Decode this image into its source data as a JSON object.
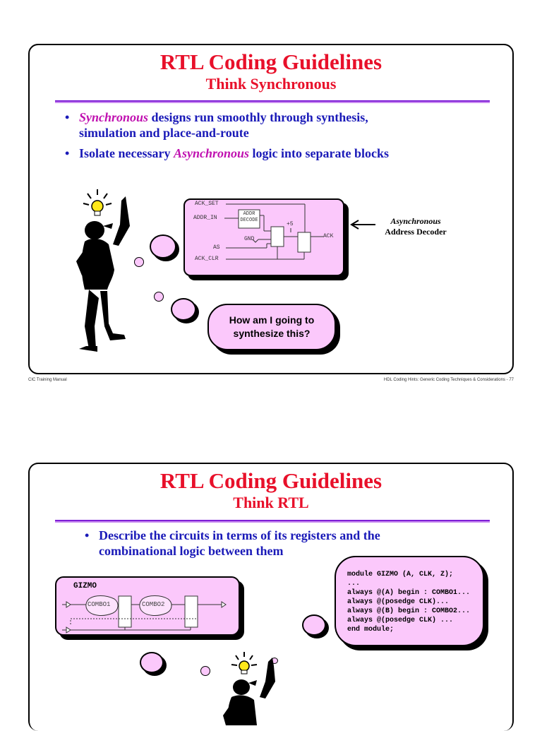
{
  "slide1": {
    "title": "RTL Coding Guidelines",
    "subtitle": "Think Synchronous",
    "bullet_glyph": "•",
    "bullet1_em": "Synchronous",
    "bullet1_rest": " designs run smoothly through synthesis,",
    "bullet1_line2": "simulation and place-and-route",
    "bullet2_pre": "Isolate necessary ",
    "bullet2_em": "Asynchronous",
    "bullet2_post": " logic into separate blocks",
    "diagram": {
      "ack_set": "ACK_SET",
      "addr_in": "ADDR_IN",
      "decoder_line1": "ADDR",
      "decoder_line2": "DECODE",
      "plus5": "+5",
      "gnd": "GND",
      "as": "AS",
      "ack_clr": "ACK_CLR",
      "ack": "ACK"
    },
    "annotation_line1": "Asynchronous",
    "annotation_line2": "Address Decoder",
    "speech_line1": "How am I going to",
    "speech_line2": "synthesize this?",
    "footer_left": "CIC Training Manual",
    "footer_right": "HDL Coding Hints: Generic Coding Techniques & Considerations - 77"
  },
  "slide2": {
    "title": "RTL Coding Guidelines",
    "subtitle": "Think RTL",
    "bullet_glyph": "•",
    "bullet1_line1": "Describe the circuits in terms of its registers and the",
    "bullet1_line2": "combinational logic between them",
    "gizmo_label": "GIZMO",
    "combo1": "COMBO1",
    "combo2": "COMBO2",
    "code_lines": [
      "module GIZMO (A, CLK, Z);",
      "...",
      "always @(A) begin : COMBO1...",
      "always @(posedge CLK)...",
      "always @(B) begin : COMBO2...",
      "always @(posedge CLK) ...",
      "end module;"
    ]
  },
  "colors": {
    "title": "#e8102a",
    "bullet_text": "#1a1ab8",
    "emphasis": "#c010b0",
    "box_fill": "#fbc8fb",
    "rule": "#7e1fd6"
  }
}
